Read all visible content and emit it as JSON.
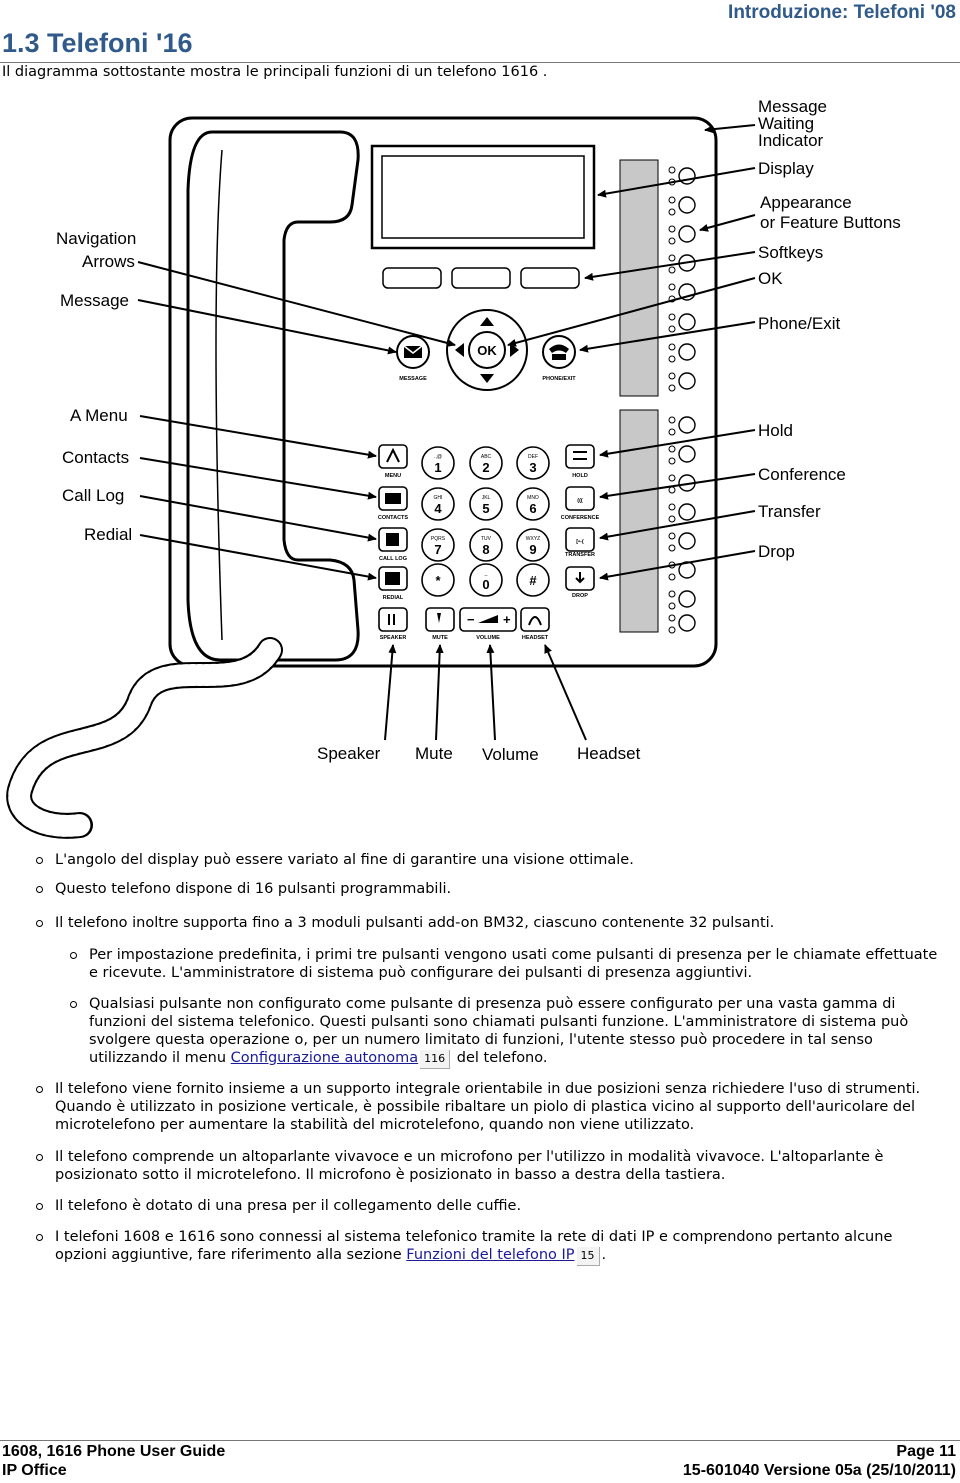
{
  "header": {
    "section_title": "Introduzione: Telefoni '08",
    "page_title": "1.3 Telefoni '16",
    "intro": "Il diagramma sottostante mostra le principali funzioni di un telefono 1616 ."
  },
  "diagram": {
    "labels": {
      "message_waiting_1": "Message",
      "message_waiting_2": "Waiting",
      "message_waiting_3": "Indicator",
      "display": "Display",
      "appearance_1": "Appearance",
      "appearance_2": "or Feature Buttons",
      "softkeys": "Softkeys",
      "ok": "OK",
      "phone_exit": "Phone/Exit",
      "navigation_1": "Navigation",
      "navigation_2": "Arrows",
      "message": "Message",
      "a_menu": "A Menu",
      "contacts": "Contacts",
      "call_log": "Call Log",
      "redial": "Redial",
      "hold": "Hold",
      "conference": "Conference",
      "transfer": "Transfer",
      "drop": "Drop",
      "speaker": "Speaker",
      "mute": "Mute",
      "volume": "Volume",
      "headset": "Headset"
    },
    "phone_text": {
      "ok_key": "OK",
      "message_key": "MESSAGE",
      "phone_exit_key": "PHONE/EXIT",
      "menu_key": "MENU",
      "contacts_key": "CONTACTS",
      "call_log_key": "CALL LOG",
      "redial_key": "REDIAL",
      "speaker_key": "SPEAKER",
      "mute_key": "MUTE",
      "volume_key": "VOLUME",
      "headset_key": "HEADSET",
      "hold_key": "HOLD",
      "conference_key": "CONFERENCE",
      "transfer_key": "TRANSFER",
      "drop_key": "DROP",
      "keypad": [
        {
          "num": "1",
          "letters": ".,@"
        },
        {
          "num": "2",
          "letters": "ABC"
        },
        {
          "num": "3",
          "letters": "DEF"
        },
        {
          "num": "4",
          "letters": "GHI"
        },
        {
          "num": "5",
          "letters": "JKL"
        },
        {
          "num": "6",
          "letters": "MNO"
        },
        {
          "num": "7",
          "letters": "PQRS"
        },
        {
          "num": "8",
          "letters": "TUV"
        },
        {
          "num": "9",
          "letters": "WXYZ"
        },
        {
          "num": "*",
          "letters": ""
        },
        {
          "num": "0",
          "letters": "_"
        },
        {
          "num": "#",
          "letters": ""
        }
      ]
    }
  },
  "bullets": {
    "b1": "L'angolo del display può essere variato al fine di garantire una visione ottimale.",
    "b2": "Questo telefono dispone di 16 pulsanti programmabili.",
    "b3": "Il telefono inoltre supporta fino a 3 moduli pulsanti add-on BM32, ciascuno contenente 32 pulsanti.",
    "b3a": "Per impostazione predefinita, i primi tre pulsanti vengono usati come pulsanti di presenza per le chiamate effettuate e ricevute. L'amministratore di sistema può configurare dei pulsanti di presenza aggiuntivi.",
    "b3b_pre": "Qualsiasi pulsante non configurato come pulsante di presenza può essere configurato per una vasta gamma di funzioni del sistema telefonico. Questi pulsanti sono chiamati pulsanti funzione. L'amministratore di sistema può svolgere questa operazione o, per un numero limitato di funzioni, l'utente stesso può procedere in tal senso utilizzando il menu ",
    "b3b_link": "Configurazione autonoma",
    "b3b_ref": "116",
    "b3b_post": " del telefono.",
    "b4": "Il telefono viene fornito insieme a un supporto integrale orientabile in due posizioni senza richiedere l'uso di strumenti. Quando è utilizzato in posizione verticale, è possibile ribaltare un piolo di plastica vicino al supporto dell'auricolare del microtelefono per aumentare la stabilità del microtelefono, quando non viene utilizzato.",
    "b5": "Il telefono comprende un altoparlante vivavoce e un microfono per l'utilizzo in modalità vivavoce. L'altoparlante è posizionato sotto il microtelefono. Il microfono è posizionato in basso a destra della tastiera.",
    "b6": "Il telefono è dotato di una presa per il collegamento delle cuffie.",
    "b7_pre": "I telefoni 1608 e 1616 sono connessi al sistema telefonico tramite la rete di dati IP e comprendono pertanto alcune opzioni aggiuntive, fare riferimento alla sezione ",
    "b7_link": "Funzioni del telefono IP",
    "b7_ref": "15",
    "b7_post": "."
  },
  "footer": {
    "guide": "1608, 1616 Phone User Guide",
    "product": "IP Office",
    "page": "Page 11",
    "version": "15-601040 Versione 05a (25/10/2011)"
  }
}
